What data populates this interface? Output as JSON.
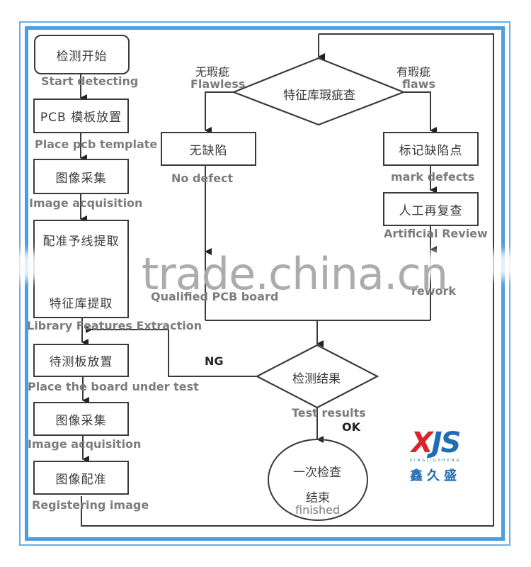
{
  "diagram": {
    "type": "flowchart",
    "left_column": [
      {
        "id": "start",
        "cn": "检测开始",
        "en": "Start detecting"
      },
      {
        "id": "place_template",
        "cn": "PCB 模板放置",
        "en": "Place pcb template"
      },
      {
        "id": "image_acq_1",
        "cn": "图像采集",
        "en": "Image acquisition"
      },
      {
        "id": "register_extract",
        "cn": "配准予线提取",
        "en": ""
      },
      {
        "id": "library_extract",
        "cn": "特征库提取",
        "en": "Library Features Extraction"
      },
      {
        "id": "place_board",
        "cn": "待测板放置",
        "en": "Place the board under test"
      },
      {
        "id": "image_acq_2",
        "cn": "图像采集",
        "en": "Image acquisition"
      },
      {
        "id": "image_register",
        "cn": "图像配准",
        "en": "Registering image"
      }
    ],
    "decision_flaw": {
      "cn": "特征库瑕疵查"
    },
    "branch_left": {
      "cn": "无瑕疵",
      "en": "Flawless"
    },
    "branch_right": {
      "cn": "有瑕疵",
      "en": "flaws"
    },
    "no_defect": {
      "cn": "无缺陷",
      "en": "No defect"
    },
    "mark_defects": {
      "cn": "标记缺陷点",
      "en": "mark defects"
    },
    "artificial_review": {
      "cn": "人工再复查",
      "en": "Artificial Review"
    },
    "qualified": {
      "en": "Qualified PCB board"
    },
    "rework": {
      "en": "rework"
    },
    "decision_result": {
      "cn": "检测结果",
      "en": "Test results"
    },
    "ng_label": "NG",
    "ok_label": "OK",
    "end": {
      "cn_line1": "一次检查",
      "cn_line2": "结束",
      "en": "finished"
    }
  },
  "watermark": "trade.china.cn",
  "logo": {
    "mark_x": "X",
    "mark_js": "JS",
    "pinyin": "XINGJIUSHENG",
    "cn": "鑫久盛"
  },
  "colors": {
    "frame": "#4d9ee0",
    "frame_outer": "#6aaee6",
    "line": "#3a3a3a",
    "logo_red": "#d9262b",
    "logo_blue": "#1f6db4",
    "label_gray": "#7c7c7c"
  }
}
